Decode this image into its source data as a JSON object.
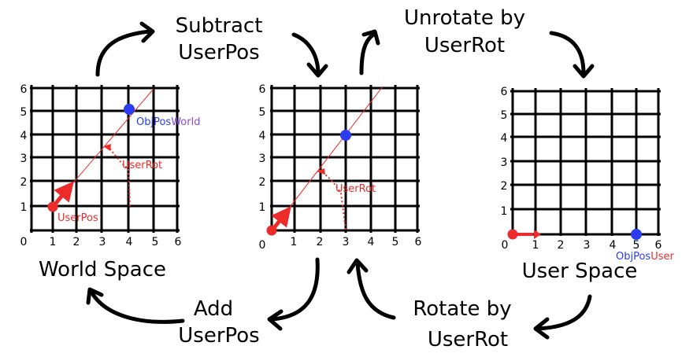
{
  "captions": {
    "subtract": [
      "Subtract",
      "UserPos"
    ],
    "unrotate": [
      "Unrotate by",
      "UserRot"
    ],
    "add": [
      "Add",
      "UserPos"
    ],
    "rotate": [
      "Rotate by",
      "UserRot"
    ]
  },
  "panels": {
    "world": {
      "title": "World Space",
      "x_ticks": [
        "0",
        "1",
        "2",
        "3",
        "4",
        "5",
        "6"
      ],
      "y_ticks": [
        "1",
        "2",
        "3",
        "4",
        "5",
        "6"
      ],
      "user_pos_label": "UserPos",
      "user_rot_label": "UserRot",
      "obj_label_prefix": "ObjPos",
      "obj_label_suffix": "World"
    },
    "middle": {
      "x_ticks": [
        "0",
        "1",
        "2",
        "3",
        "4",
        "5",
        "6"
      ],
      "y_ticks": [
        "1",
        "2",
        "3",
        "4",
        "5",
        "6"
      ],
      "user_rot_label": "UserRot"
    },
    "user": {
      "title": "User Space",
      "x_ticks": [
        "0",
        "1",
        "2",
        "3",
        "4",
        "5",
        "6"
      ],
      "y_ticks": [
        "1",
        "2",
        "3",
        "4",
        "5",
        "6"
      ],
      "obj_label_prefix": "ObjPos",
      "obj_label_suffix": "User"
    }
  },
  "colors": {
    "user": "#ee2b2b",
    "object": "#2b3cf0",
    "object_world_text": "#8a4bdc",
    "ink": "#000000"
  }
}
